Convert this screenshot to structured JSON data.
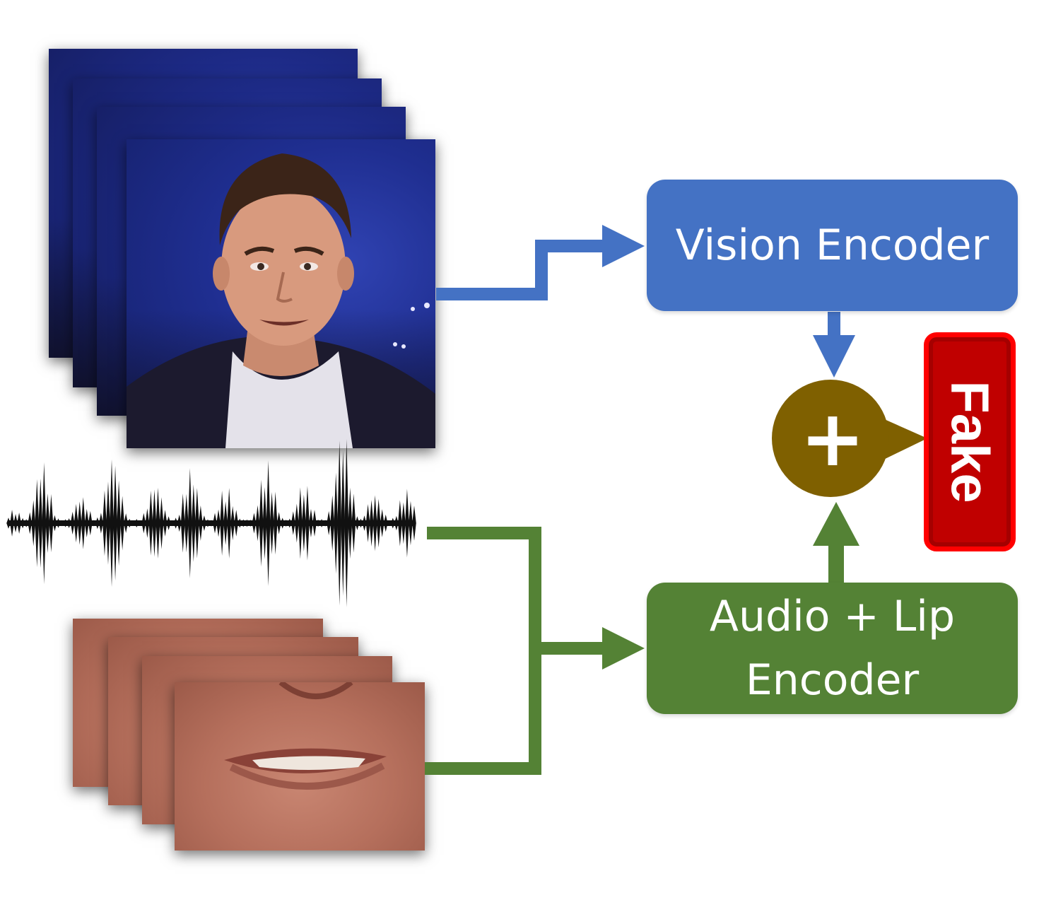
{
  "blocks": {
    "vision": "Vision Encoder",
    "audio_lines": [
      "Audio + Lip",
      "Encoder"
    ],
    "output": "Fake"
  },
  "combine": {
    "symbol": "+"
  },
  "colors": {
    "vision": "#4472c4",
    "audio": "#548235",
    "combine": "#7f6000",
    "fake_fill": "#c00000",
    "fake_border": "#ff0000"
  },
  "icons": [
    "face-frame-stack",
    "waveform-icon",
    "mouth-frame-stack"
  ]
}
